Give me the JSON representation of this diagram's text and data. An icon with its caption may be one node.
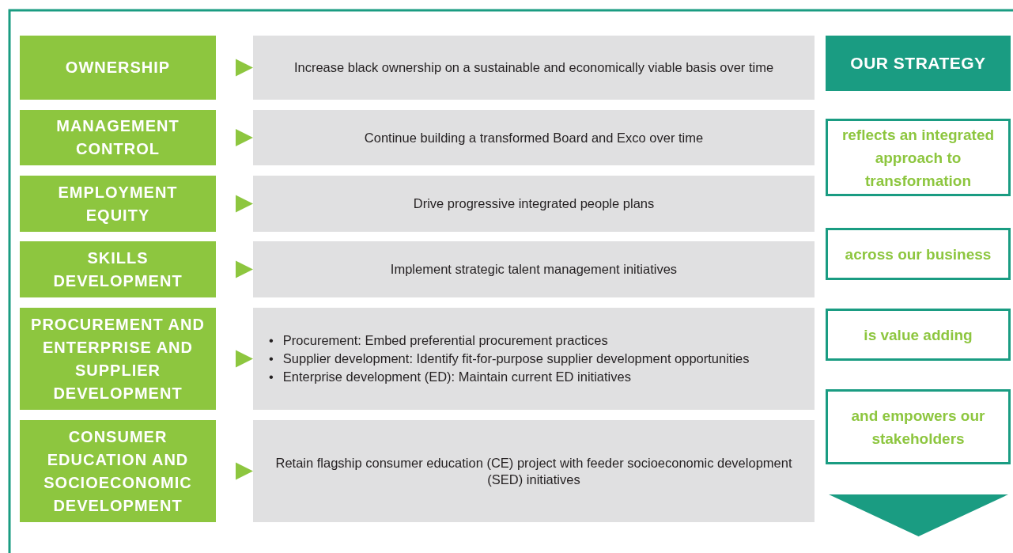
{
  "diagram": {
    "nodes": [
      {
        "text": [
          "OWNERSHIP"
        ]
      },
      {
        "text": [
          "MANAGEMENT CONTROL"
        ]
      },
      {
        "text": [
          "EMPLOYMENT EQUITY"
        ]
      },
      {
        "text": [
          "SKILLS DEVELOPMENT"
        ]
      },
      {
        "text": [
          "PROCUREMENT AND ENTERPRISE AND SUPPLIER DEVELOPMENT"
        ]
      },
      {
        "text": [
          "CONSUMER EDUCATION AND SOCIOECONOMIC DEVELOPMENT"
        ]
      },
      {
        "text": [
          "Increase black ownership on a sustainable and economically viable basis over time"
        ]
      },
      {
        "text": [
          "Continue building a transformed Board and Exco over time"
        ]
      },
      {
        "text": [
          "Drive progressive integrated people plans"
        ]
      },
      {
        "text": [
          "Implement strategic talent management initiatives"
        ]
      },
      {
        "text": [
          "Procurement: Embed preferential procurement practices",
          "Supplier development: Identify fit-for-purpose supplier development opportunities",
          "Enterprise development (ED): Maintain current ED initiatives"
        ]
      },
      {
        "text": [
          "Retain flagship consumer education (CE) project with feeder socioeconomic development (SED) initiatives"
        ]
      },
      {
        "text": [
          "OUR STRATEGY"
        ]
      },
      {
        "text": [
          "reflects an integrated approach to transformation"
        ]
      },
      {
        "text": [
          "across our business"
        ]
      },
      {
        "text": [
          "is value adding"
        ]
      },
      {
        "text": [
          "and empowers our stakeholders"
        ]
      },
      {
        "text": [],
        "shape": "triangle"
      }
    ],
    "edges": [
      {
        "from": 0,
        "to": 6,
        "arrow": "to"
      },
      {
        "from": 1,
        "to": 7,
        "arrow": "to"
      },
      {
        "from": 2,
        "to": 8,
        "arrow": "to"
      },
      {
        "from": 3,
        "to": 9,
        "arrow": "to"
      },
      {
        "from": 4,
        "to": 10,
        "arrow": "to"
      },
      {
        "from": 5,
        "to": 11,
        "arrow": "to"
      }
    ],
    "labels": [
      "•",
      "•",
      "•"
    ]
  }
}
